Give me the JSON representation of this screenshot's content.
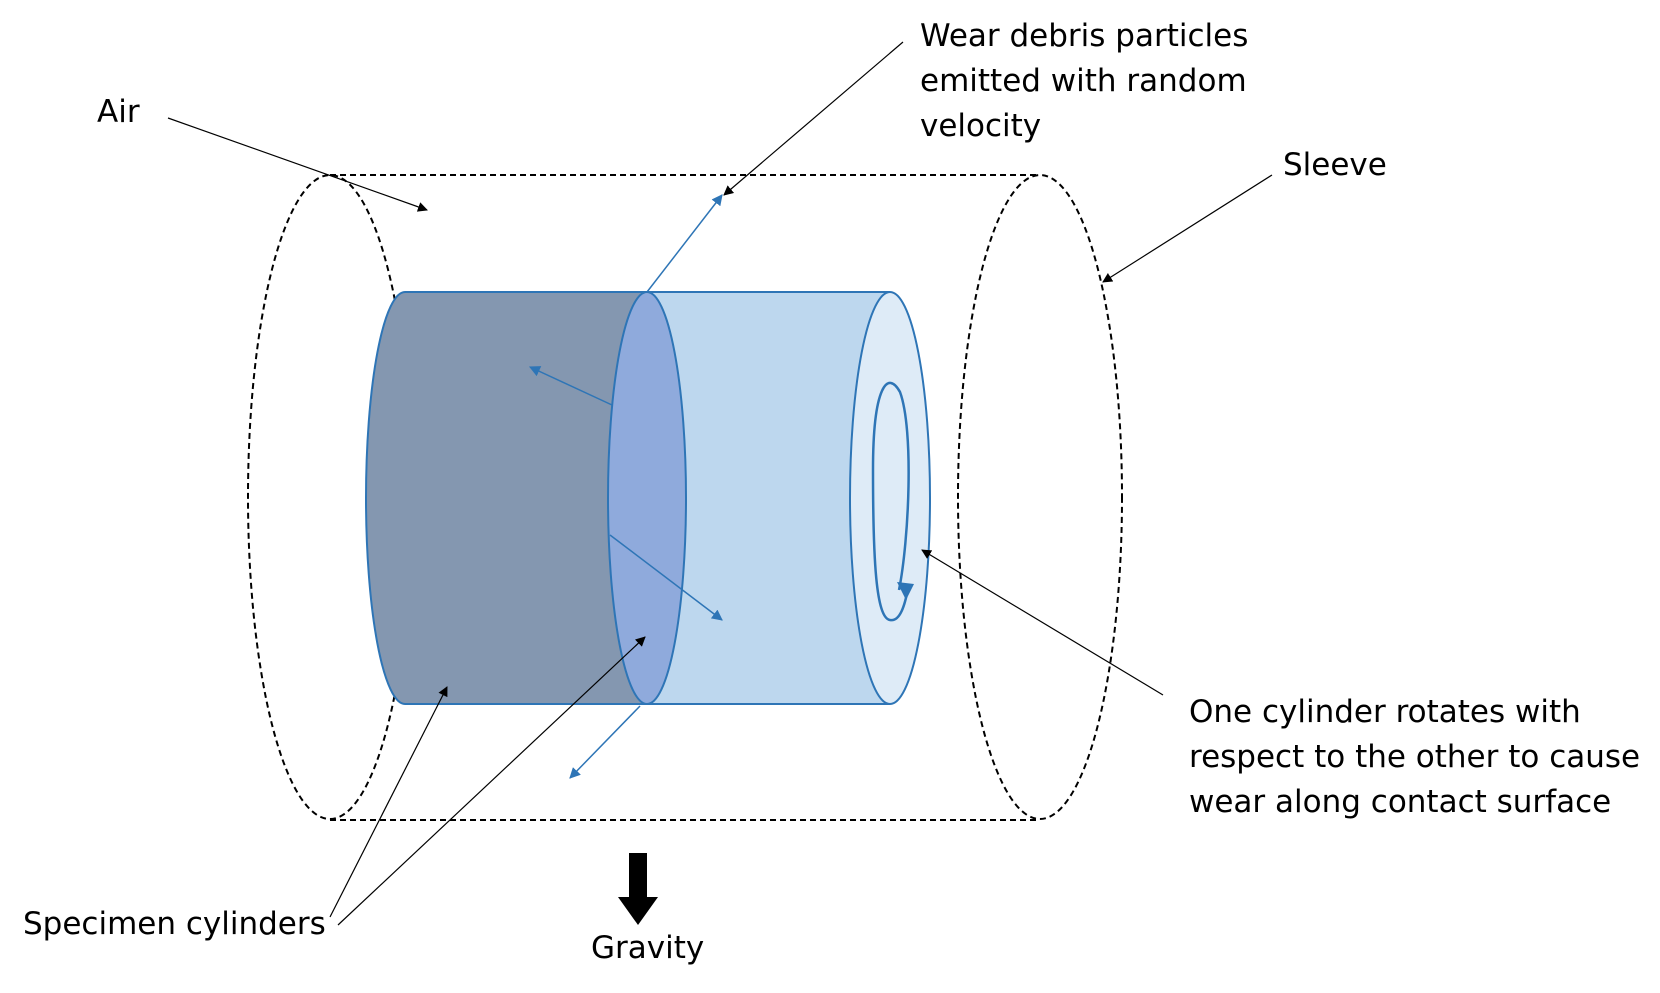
{
  "labels": {
    "air": "Air",
    "wear_debris": [
      "Wear debris particles",
      "emitted with random",
      "velocity"
    ],
    "sleeve": "Sleeve",
    "rotation": [
      "One cylinder rotates with",
      "respect to the other to cause",
      "wear along contact surface"
    ],
    "specimen": "Specimen cylinders",
    "gravity": "Gravity"
  },
  "colors": {
    "left_cylinder": "#8497b0",
    "right_cylinder": "#bdd7ee",
    "contact_face": "#8faadc",
    "end_face": "#deebf7",
    "outline": "#2e75b6",
    "debris_arrow": "#2e75b6",
    "sleeve_outline": "#000000",
    "gravity_arrow": "#000000"
  }
}
